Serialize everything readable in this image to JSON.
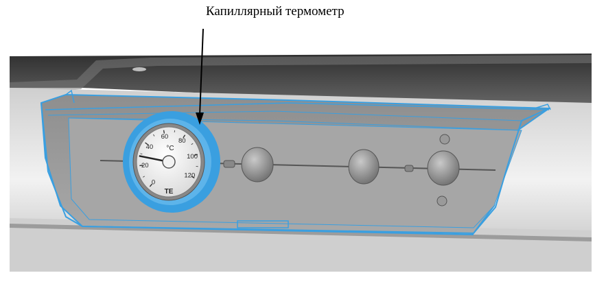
{
  "callout": {
    "label": "Капиллярный термометр"
  },
  "thermometer": {
    "dial_numbers": [
      "0",
      "20",
      "40",
      "60",
      "80",
      "100",
      "120"
    ],
    "unit": "°C",
    "logo": "TE",
    "reading": 28
  },
  "colors": {
    "highlight": "#3a9fe0",
    "panel": "#9a9a9a",
    "boiler_top": "#4a4a4a",
    "boiler_body": "#d8d8d8"
  }
}
